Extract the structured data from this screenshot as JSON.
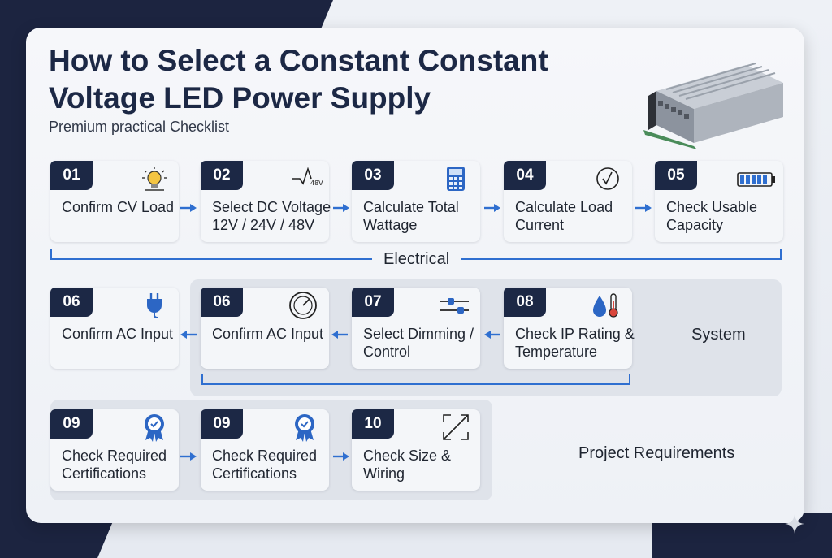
{
  "title": "How to Select a Constant Constant Voltage LED Power Supply",
  "subtitle": "Premium practical Checklist",
  "colors": {
    "navy": "#1c2845",
    "accent": "#2f6fd0",
    "panel": "#dfe3ea"
  },
  "steps": [
    {
      "num": "01",
      "label": "Confirm CV Load",
      "icon": "light-bulb-icon"
    },
    {
      "num": "02",
      "label": "Select DC Voltage 12V / 24V / 48V",
      "icon": "voltage-48v-icon",
      "icon_text": "48V"
    },
    {
      "num": "03",
      "label": "Calculate Total Wattage",
      "icon": "calculator-icon"
    },
    {
      "num": "04",
      "label": "Calculate Load Current",
      "icon": "check-circle-icon"
    },
    {
      "num": "05",
      "label": "Check Usable Capacity",
      "icon": "battery-icon"
    },
    {
      "num": "06",
      "label": "Confirm AC Input",
      "icon": "plug-icon"
    },
    {
      "num": "06",
      "label": "Confirm AC Input",
      "icon": "dial-icon"
    },
    {
      "num": "07",
      "label": "Select Dimming / Control",
      "icon": "slider-icon"
    },
    {
      "num": "08",
      "label": "Check IP Rating & Temperature",
      "icon": "water-thermometer-icon"
    },
    {
      "num": "09",
      "label": "Check Required Certifications",
      "icon": "award-badge-icon"
    },
    {
      "num": "09",
      "label": "Check Required Certifications",
      "icon": "award-badge-icon"
    },
    {
      "num": "10",
      "label": "Check Size & Wiring",
      "icon": "resize-icon"
    }
  ],
  "groups": {
    "electrical": "Electrical",
    "system": "System",
    "project": "Project Requirements"
  }
}
